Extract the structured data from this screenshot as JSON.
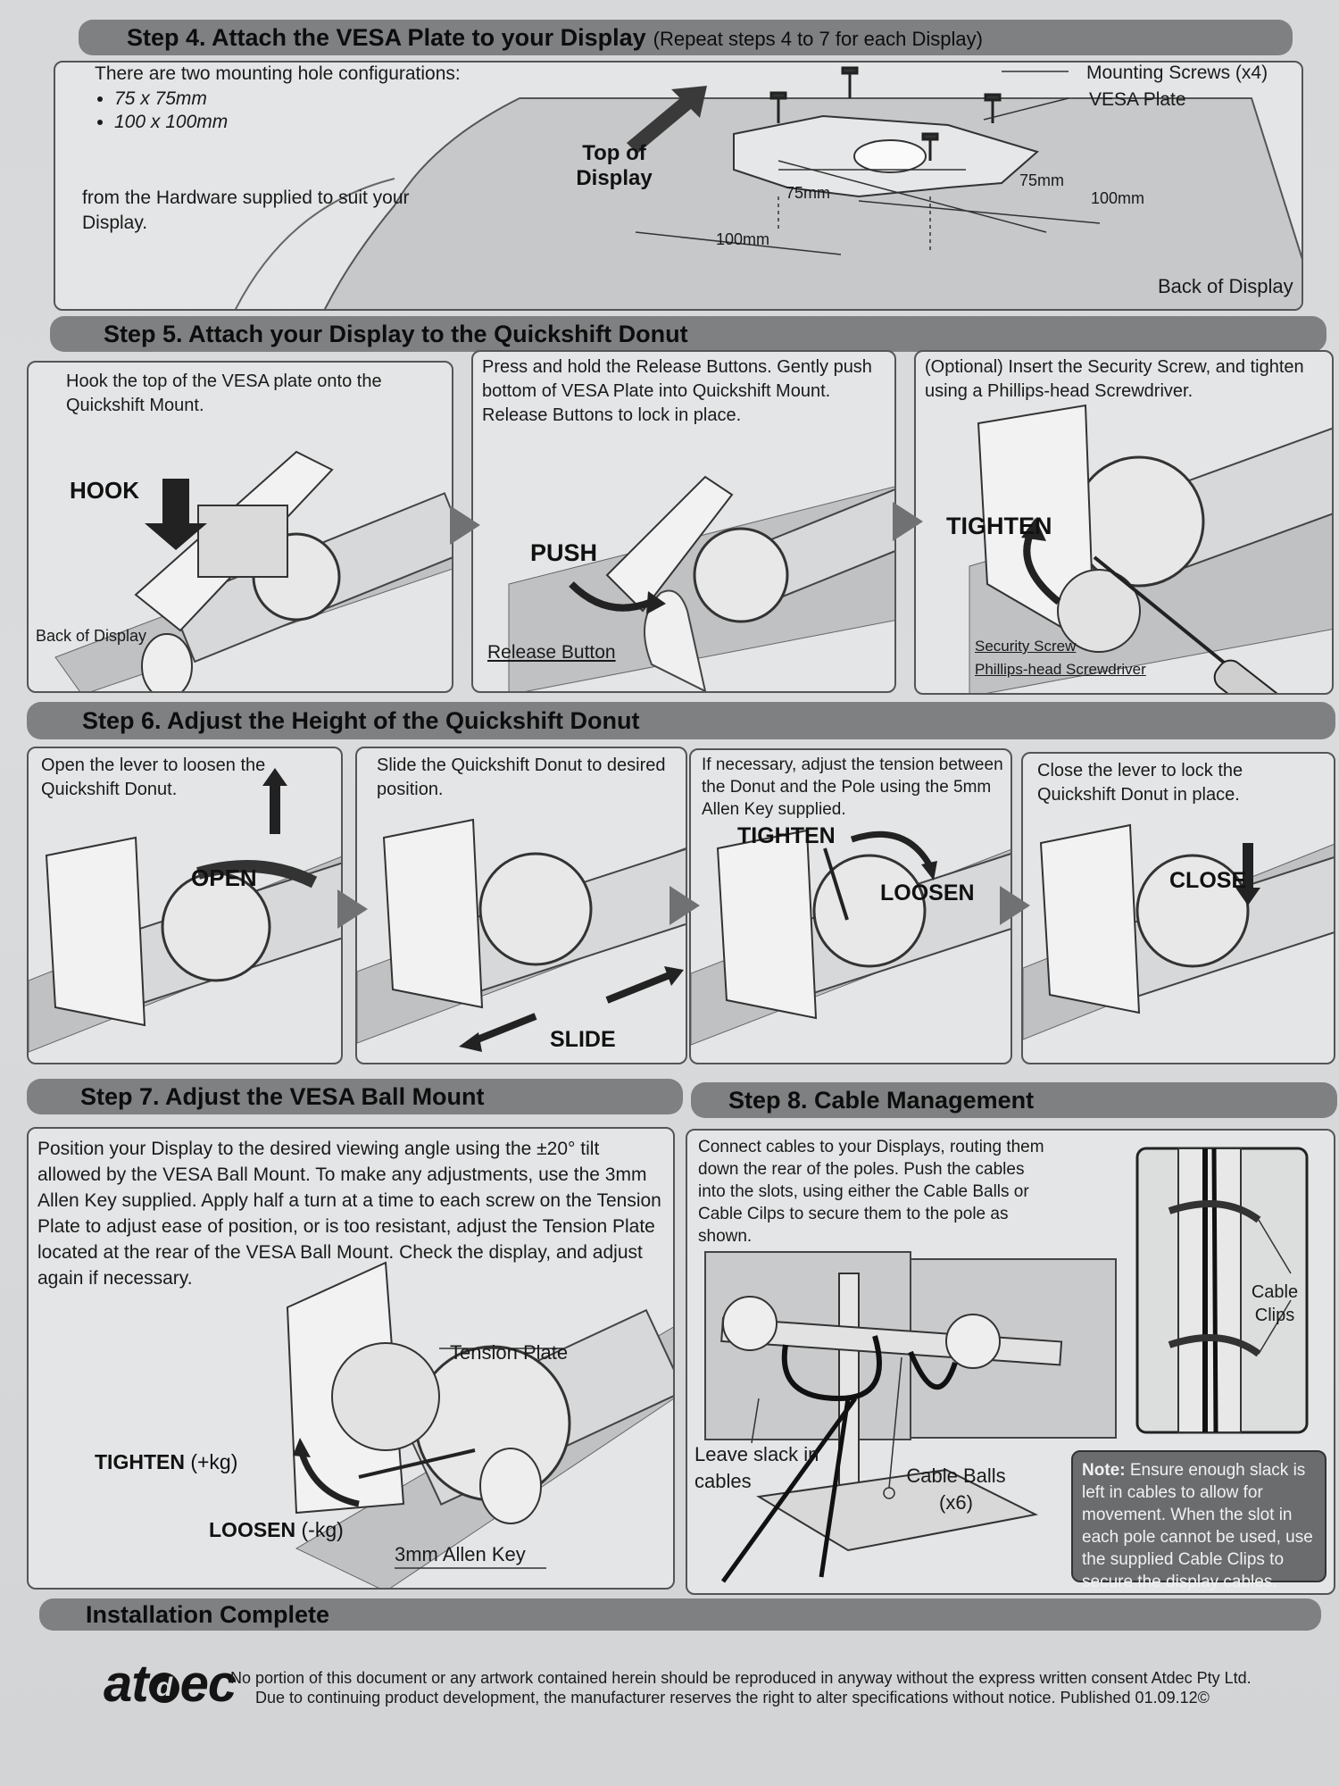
{
  "step4": {
    "title": "Step 4. Attach the VESA Plate to your Display",
    "note": "(Repeat steps 4 to 7 for each Display)",
    "intro": "There are two mounting hole configurations:",
    "configs": [
      "75 x 75mm",
      "100 x 100mm"
    ],
    "hardware": "from the Hardware supplied to suit your Display.",
    "top_label": "Top of Display",
    "screws_label": "Mounting Screws (x4)",
    "plate_label": "VESA Plate",
    "dim_75": "75mm",
    "dim_100": "100mm",
    "back_label": "Back of Display"
  },
  "step5": {
    "title": "Step 5. Attach your Display to the Quickshift Donut",
    "p1_text": "Hook the top of the VESA plate onto the Quickshift Mount.",
    "p1_action": "HOOK",
    "p1_label": "Back of Display",
    "p2_text": "Press and hold the Release Buttons. Gently push bottom of VESA Plate into Quickshift Mount. Release Buttons to lock in place.",
    "p2_action": "PUSH",
    "p2_label": "Release Button",
    "p3_text": "(Optional) Insert the Security Screw, and tighten using a Phillips-head Screwdriver.",
    "p3_action": "TIGHTEN",
    "p3_label1": "Security Screw",
    "p3_label2": "Phillips-head Screwdriver"
  },
  "step6": {
    "title": "Step 6. Adjust the Height of the Quickshift Donut",
    "p1_text": "Open the lever to loosen the Quickshift Donut.",
    "p1_action": "OPEN",
    "p2_text": "Slide the  Quickshift Donut to desired position.",
    "p2_action": "SLIDE",
    "p3_text": "If necessary, adjust the tension between the Donut and the Pole using the 5mm Allen Key supplied.",
    "p3_action1": "TIGHTEN",
    "p3_action2": "LOOSEN",
    "p4_text": "Close the lever to lock the Quickshift Donut in place.",
    "p4_action": "CLOSE"
  },
  "step7": {
    "title": "Step 7. Adjust the VESA Ball Mount",
    "text": "Position your Display to the desired viewing angle using the ±20° tilt allowed by the VESA Ball Mount. To make any adjustments, use the 3mm Allen Key supplied. Apply half a turn at a time to each screw on the Tension Plate to adjust ease of position, or is too resistant, adjust the Tension Plate located at the rear of the VESA Ball Mount. Check the display, and adjust again if necessary.",
    "tension_label": "Tension Plate",
    "tighten": "TIGHTEN",
    "tighten_kg": "(+kg)",
    "loosen": "LOOSEN",
    "loosen_kg": "(-kg)",
    "key_label": "3mm Allen Key"
  },
  "step8": {
    "title": "Step 8. Cable Management",
    "text": "Connect cables to your Displays, routing them down the rear of the poles. Push the cables into the slots, using either the Cable Balls or Cable Cilps to secure them to the pole as shown.",
    "clips_label": "Cable Clips",
    "slack_label": "Leave slack in cables",
    "balls_label": "Cable Balls (x6)",
    "note_bold": "Note:",
    "note_text": "Ensure enough slack is left in cables to allow for movement. When the slot in each pole cannot be used, use the supplied Cable Clips to secure the display cables."
  },
  "complete": {
    "title": "Installation Complete"
  },
  "footer": {
    "logo": "atdec",
    "line1": "No portion of this document or any artwork contained herein should be reproduced in anyway without the express written consent Atdec Pty Ltd.",
    "line2": "Due to continuing product development, the manufacturer reserves the right to alter specifications without notice. Published 01.09.12©"
  }
}
